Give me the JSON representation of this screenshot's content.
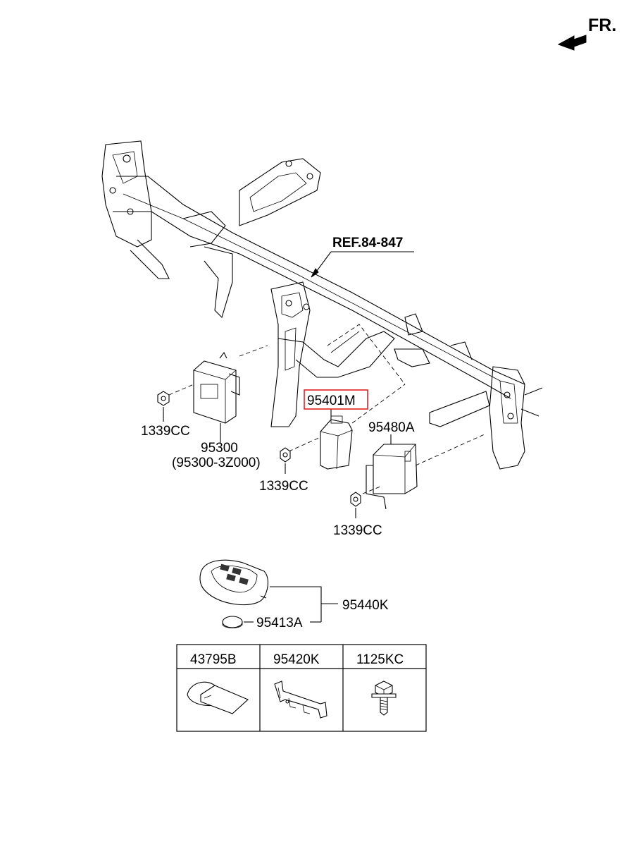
{
  "orientation": {
    "label": "FR.",
    "icon": "front-direction-arrow-icon"
  },
  "reference": {
    "label": "REF.84-847"
  },
  "callouts": {
    "module_95300": {
      "part_no": "95300",
      "alt_part_no": "(95300-3Z000)"
    },
    "module_95401m": {
      "part_no": "95401M",
      "highlight_color": "#e02020"
    },
    "module_95480a": {
      "part_no": "95480A"
    },
    "nut_left": {
      "part_no": "1339CC"
    },
    "nut_center": {
      "part_no": "1339CC"
    },
    "nut_right": {
      "part_no": "1339CC"
    },
    "smart_key": {
      "part_no": "95440K"
    },
    "battery": {
      "part_no": "95413A"
    }
  },
  "parts_table": {
    "columns": [
      {
        "part_no": "43795B",
        "icon": "label-tag-icon"
      },
      {
        "part_no": "95420K",
        "icon": "bracket-icon"
      },
      {
        "part_no": "1125KC",
        "icon": "bolt-icon"
      }
    ]
  }
}
